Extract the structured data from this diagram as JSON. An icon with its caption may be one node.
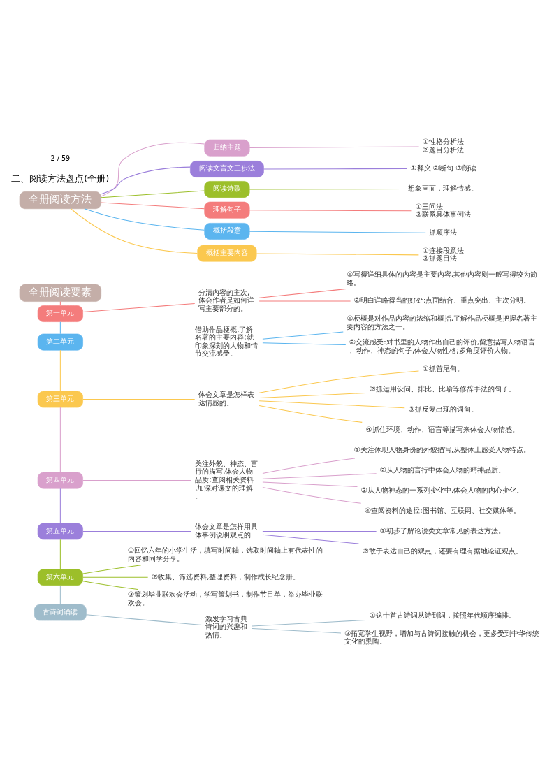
{
  "diagram": {
    "nodes": [
      {
        "text": [
          "全册阅读要素"
        ]
      },
      {
        "text": [
          "第一单元"
        ]
      },
      {
        "text": [
          "分清内容的主次,体会作者是如何详写主要部分的。"
        ]
      },
      {
        "text": [
          "①写得详细具体的内容是主要内容,其他内容则一般写得较为简略。"
        ]
      },
      {
        "text": [
          "②明白详略得当的好处:点面结合、重点突出、主次分明。"
        ]
      },
      {
        "text": [
          "第二单元"
        ]
      },
      {
        "text": [
          "借助作品梗概,了解名著的主要内容;就印象深刻的人物和情节交流感受。"
        ]
      },
      {
        "text": [
          "①梗概是对作品内容的浓缩和概括,了解作品梗概是把握名著主要内容的方法之一。"
        ]
      },
      {
        "text": [
          "②交流感受:对书里的人物作出自己的评价,留意描写人物语言、动作、神态的句子,体会人物性格;多角度评价人物。"
        ]
      },
      {
        "text": [
          "第三单元"
        ]
      },
      {
        "text": [
          "体会文章是怎样表达情感的。"
        ]
      },
      {
        "text": [
          "①抓首尾句。"
        ]
      },
      {
        "text": [
          "②抓运用设问、排比、比喻等修辞手法的句子。"
        ]
      },
      {
        "text": [
          "③抓反复出现的词句。"
        ]
      },
      {
        "text": [
          "④抓住环境、动作、语言等描写来体会人物情感。"
        ]
      },
      {
        "text": [
          "第四单元"
        ]
      },
      {
        "text": [
          "关注外貌、神态、言行的描写,体会人物品质;查阅相关资料,加深对课文的理解。"
        ]
      },
      {
        "text": [
          "①关注体现人物身份的外貌描写,从整体上感受人物特点。"
        ]
      },
      {
        "text": [
          "②从人物的言行中体会人物的精神品质。"
        ]
      },
      {
        "text": [
          "③从人物神态的一系列变化中,体会人物的内心变化。"
        ]
      },
      {
        "text": [
          "④查阅资料的途径:图书馆、互联网、社交媒体等。"
        ]
      },
      {
        "text": [
          "第五单元"
        ]
      },
      {
        "text": [
          "体会文章是怎样用具体事例说明观点的"
        ]
      },
      {
        "text": [
          "①初步了解论说类文章常见的表达方法。"
        ]
      },
      {
        "text": [
          "②敢于表达自己的观点，还要有理有据地论证观点。"
        ]
      },
      {
        "text": [
          "第六单元"
        ]
      },
      {
        "text": [
          "①回忆六年的小学生活，填写时间轴，选取时间轴上有代表性的内容和同学分享。"
        ]
      },
      {
        "text": [
          "②收集、筛选资料,整理资料，制作成长纪念册。"
        ]
      },
      {
        "text": [
          "③策划毕业联欢会活动，学写策划书，制作节目单，举办毕业联欢会。"
        ]
      },
      {
        "text": [
          "古诗词诵读"
        ]
      },
      {
        "text": [
          "激发学习古典诗词的兴趣和热情。"
        ]
      },
      {
        "text": [
          "①这十首古诗词从诗到词，按照年代顺序编排。"
        ]
      },
      {
        "text": [
          "②拓宽学生视野，增加与古诗词接触的机会，更多受到中华传统文化的熏陶。"
        ]
      },
      {
        "text": [
          "全册阅读方法"
        ]
      },
      {
        "text": [
          "归纳主题"
        ]
      },
      {
        "text": [
          "①性格分析法",
          "②题目分析法"
        ]
      },
      {
        "text": [
          "阅读文言文三步法"
        ]
      },
      {
        "text": [
          "①释义 ②断句 ③朗读"
        ]
      },
      {
        "text": [
          "阅读诗歌"
        ]
      },
      {
        "text": [
          "想象画面，理解情感。"
        ]
      },
      {
        "text": [
          "理解句子"
        ]
      },
      {
        "text": [
          "①三问法",
          "②联系具体事例法"
        ]
      },
      {
        "text": [
          "概括段意"
        ]
      },
      {
        "text": [
          "抓顺序法"
        ]
      },
      {
        "text": [
          "概括主要内容"
        ]
      },
      {
        "text": [
          "①连接段意法",
          "②抓题目法"
        ]
      }
    ],
    "edges": [
      {
        "from": 0,
        "to": 1,
        "arrow": "none",
        "color": "#f47c7c"
      },
      {
        "from": 1,
        "to": 2,
        "arrow": "none",
        "color": "#f47c7c"
      },
      {
        "from": 2,
        "to": 3,
        "arrow": "none",
        "color": "#f47c7c"
      },
      {
        "from": 2,
        "to": 4,
        "arrow": "none",
        "color": "#f47c7c"
      },
      {
        "from": 1,
        "to": 5,
        "arrow": "none",
        "color": "#5bb5ef"
      },
      {
        "from": 5,
        "to": 6,
        "arrow": "none",
        "color": "#5bb5ef"
      },
      {
        "from": 6,
        "to": 7,
        "arrow": "none",
        "color": "#5bb5ef"
      },
      {
        "from": 6,
        "to": 8,
        "arrow": "none",
        "color": "#5bb5ef"
      },
      {
        "from": 5,
        "to": 9,
        "arrow": "none",
        "color": "#fbc84f"
      },
      {
        "from": 9,
        "to": 10,
        "arrow": "none",
        "color": "#fbc84f"
      },
      {
        "from": 10,
        "to": 11,
        "arrow": "none",
        "color": "#fbc84f"
      },
      {
        "from": 10,
        "to": 12,
        "arrow": "none",
        "color": "#fbc84f"
      },
      {
        "from": 10,
        "to": 13,
        "arrow": "none",
        "color": "#fbc84f"
      },
      {
        "from": 10,
        "to": 14,
        "arrow": "none",
        "color": "#fbc84f"
      },
      {
        "from": 9,
        "to": 15,
        "arrow": "none",
        "color": "#d9a0cc"
      },
      {
        "from": 15,
        "to": 16,
        "arrow": "none",
        "color": "#d9a0cc"
      },
      {
        "from": 16,
        "to": 17,
        "arrow": "none",
        "color": "#d9a0cc"
      },
      {
        "from": 16,
        "to": 18,
        "arrow": "none",
        "color": "#d9a0cc"
      },
      {
        "from": 16,
        "to": 19,
        "arrow": "none",
        "color": "#d9a0cc"
      },
      {
        "from": 16,
        "to": 20,
        "arrow": "none",
        "color": "#d9a0cc"
      },
      {
        "from": 15,
        "to": 21,
        "arrow": "none",
        "color": "#9b7fdb"
      },
      {
        "from": 21,
        "to": 22,
        "arrow": "none",
        "color": "#9b7fdb"
      },
      {
        "from": 22,
        "to": 23,
        "arrow": "none",
        "color": "#9b7fdb"
      },
      {
        "from": 22,
        "to": 24,
        "arrow": "none",
        "color": "#9b7fdb"
      },
      {
        "from": 21,
        "to": 25,
        "arrow": "none",
        "color": "#9cbf2a"
      },
      {
        "from": 25,
        "to": 26,
        "arrow": "none",
        "color": "#9cbf2a"
      },
      {
        "from": 25,
        "to": 27,
        "arrow": "none",
        "color": "#9cbf2a"
      },
      {
        "from": 25,
        "to": 28,
        "arrow": "none",
        "color": "#9cbf2a"
      },
      {
        "from": 25,
        "to": 29,
        "arrow": "none",
        "color": "#9fbccb"
      },
      {
        "from": 29,
        "to": 30,
        "arrow": "none",
        "color": "#9fbccb"
      },
      {
        "from": 30,
        "to": 31,
        "arrow": "none",
        "color": "#9fbccb"
      },
      {
        "from": 30,
        "to": 32,
        "arrow": "none",
        "color": "#9fbccb"
      },
      {
        "from": 33,
        "to": 34,
        "arrow": "none",
        "color": "#d9a0cc"
      },
      {
        "from": 34,
        "to": 35,
        "arrow": "none",
        "color": "#d9a0cc"
      },
      {
        "from": 33,
        "to": 36,
        "arrow": "none",
        "color": "#9b7fdb"
      },
      {
        "from": 36,
        "to": 37,
        "arrow": "none",
        "color": "#9b7fdb"
      },
      {
        "from": 33,
        "to": 38,
        "arrow": "none",
        "color": "#9cbf2a"
      },
      {
        "from": 38,
        "to": 39,
        "arrow": "none",
        "color": "#9cbf2a"
      },
      {
        "from": 33,
        "to": 40,
        "arrow": "none",
        "color": "#f47c7c"
      },
      {
        "from": 40,
        "to": 41,
        "arrow": "none",
        "color": "#f47c7c"
      },
      {
        "from": 33,
        "to": 42,
        "arrow": "none",
        "color": "#5bb5ef"
      },
      {
        "from": 42,
        "to": 43,
        "arrow": "none",
        "color": "#5bb5ef"
      },
      {
        "from": 33,
        "to": 44,
        "arrow": "none",
        "color": "#fbc84f"
      },
      {
        "from": 44,
        "to": 45,
        "arrow": "none",
        "color": "#fbc84f"
      }
    ],
    "labels": [
      "二、阅读方法盘点(全册)",
      "2 / 59"
    ]
  }
}
